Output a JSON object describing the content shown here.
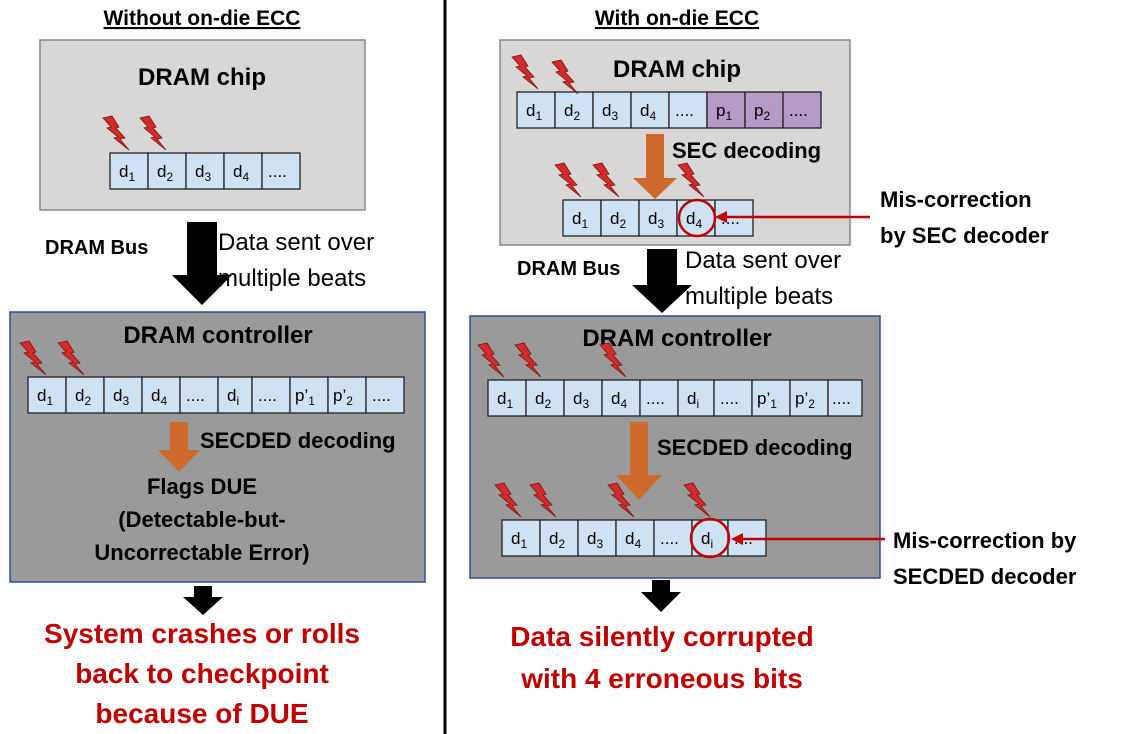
{
  "colors": {
    "chip_fill": "#d9d6d6",
    "controller_fill": "#9a9a9a",
    "data_cell": "#cfe2f3",
    "parity_cell": "#b49ac4",
    "decode_arrow": "#cf6a2c",
    "bolt": "#d42a2a",
    "result_text": "#c00000",
    "miscorrection": "#c00000"
  },
  "left": {
    "header": "Without on-die ECC",
    "chip_title": "DRAM chip",
    "bus_label": "DRAM Bus",
    "bus_note_1": "Data sent over",
    "bus_note_2": "multiple beats",
    "controller_title": "DRAM controller",
    "decode_label": "SECDED decoding",
    "flag_line_1": "Flags DUE",
    "flag_line_2": "(Detectable-but-",
    "flag_line_3": "Uncorrectable Error)",
    "result_line_1": "System crashes or rolls",
    "result_line_2": "back to checkpoint",
    "result_line_3": "because of DUE"
  },
  "right": {
    "header": "With on-die ECC",
    "chip_title": "DRAM chip",
    "sec_label": "SEC decoding",
    "miscorr_1_line_1": "Mis-correction",
    "miscorr_1_line_2": "by SEC decoder",
    "bus_label": "DRAM Bus",
    "bus_note_1": "Data sent over",
    "bus_note_2": "multiple beats",
    "controller_title": "DRAM controller",
    "decode_label": "SECDED decoding",
    "miscorr_2_line_1": "Mis-correction by",
    "miscorr_2_line_2": "SECDED decoder",
    "result_line_1": "Data silently corrupted",
    "result_line_2": "with 4 erroneous bits"
  },
  "cells": {
    "d1": "d",
    "d1s": "1",
    "d2": "d",
    "d2s": "2",
    "d3": "d",
    "d3s": "3",
    "d4": "d",
    "d4s": "4",
    "di": "d",
    "dis": "i",
    "dots": "....",
    "p1": "p",
    "p1s": "1",
    "p2": "p",
    "p2s": "2",
    "pp1": "p’",
    "pp1s": "1",
    "pp2": "p’",
    "pp2s": "2"
  }
}
